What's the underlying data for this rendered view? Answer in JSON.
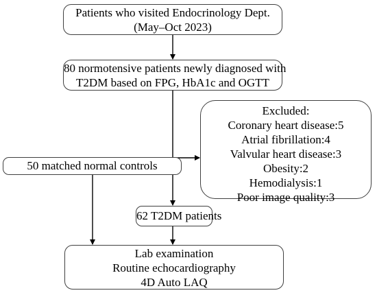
{
  "flowchart": {
    "source": {
      "lines": [
        "Patients who visited Endocrinology Dept.",
        "(May–Oct 2023)"
      ]
    },
    "diagnosed": {
      "lines": [
        "80 normotensive patients newly diagnosed with",
        "T2DM based on FPG, HbA1c and OGTT"
      ]
    },
    "excluded": {
      "title": "Excluded:",
      "items": [
        "Coronary heart disease:5",
        "Atrial fibrillation:4",
        "Valvular heart disease:3",
        "Obesity:2",
        "Hemodialysis:1",
        "Poor image quality:3"
      ]
    },
    "controls": {
      "label": "50 matched normal controls"
    },
    "t2dm": {
      "label": "62 T2DM patients"
    },
    "examination": {
      "lines": [
        "Lab examination",
        "Routine echocardiography",
        "4D Auto LAQ"
      ]
    }
  },
  "colors": {
    "border": "#3f3f3f",
    "arrow": "#000000",
    "background": "#ffffff",
    "text": "#000000"
  }
}
